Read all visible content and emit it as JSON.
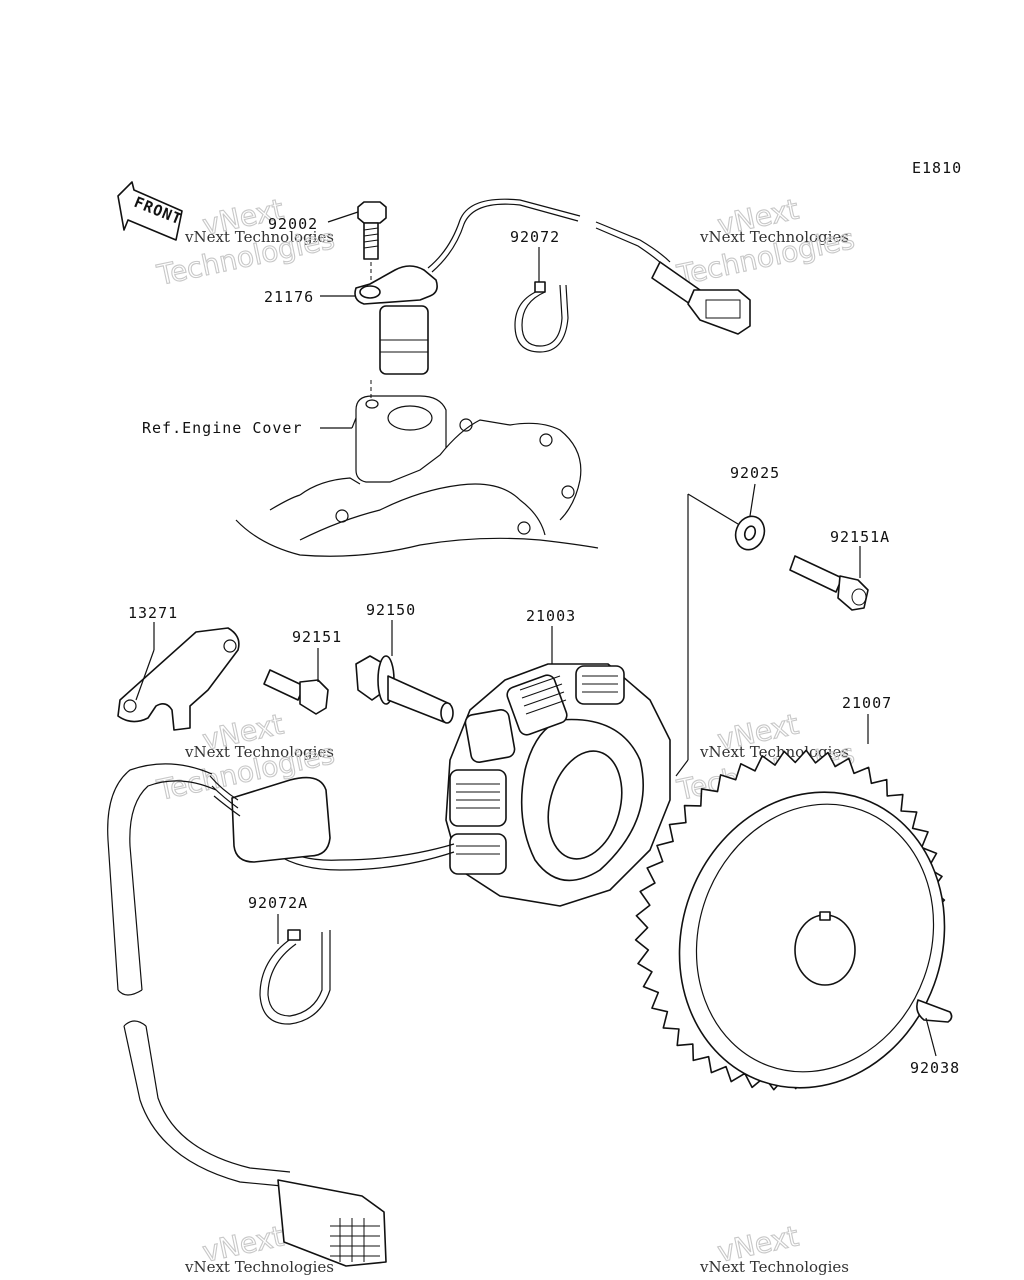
{
  "diagram": {
    "code": "E1810",
    "front_label": "FRONT",
    "ref_note": "Ref.Engine Cover",
    "parts": {
      "p92002": "92002",
      "p21176": "21176",
      "p92072": "92072",
      "p92025": "92025",
      "p92151A": "92151A",
      "p13271": "13271",
      "p92151": "92151",
      "p92150": "92150",
      "p21003": "21003",
      "p21007": "21007",
      "p92072A": "92072A",
      "p92038": "92038"
    }
  },
  "watermark": {
    "line1": "vNext",
    "line2": "vNext Technologies",
    "line3": "Technologies"
  }
}
